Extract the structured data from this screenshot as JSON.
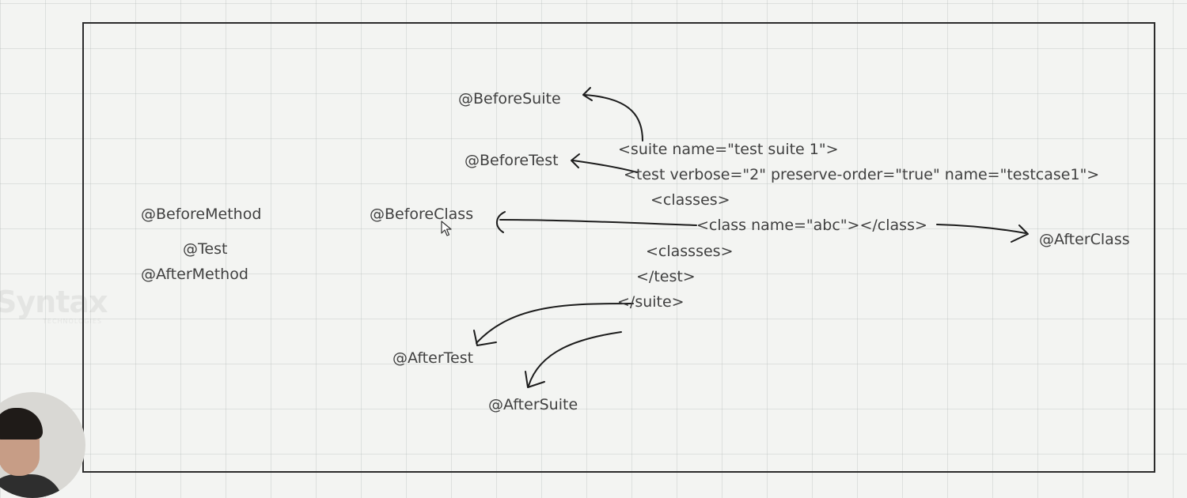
{
  "diagram": {
    "labels": {
      "before_suite": "@BeforeSuite",
      "before_test": "@BeforeTest",
      "before_method": "@BeforeMethod",
      "before_class": "@BeforeClass",
      "test": "@Test",
      "after_method": "@AfterMethod",
      "after_class": "@AfterClass",
      "after_test": "@AfterTest",
      "after_suite": "@AfterSuite"
    },
    "xml_lines": [
      "<suite name=\"test suite 1\">",
      "<test verbose=\"2\" preserve-order=\"true\" name=\"testcase1\">",
      "<classes>",
      "<class  name=\"abc\"></class>",
      "<classses>",
      "</test>",
      "</suite>"
    ]
  },
  "watermark": {
    "brand": "Syntax",
    "tagline": "TECHNOLOGIES"
  },
  "colors": {
    "background": "#f3f4f2",
    "ink": "#1c1c1c",
    "text": "#404040"
  }
}
